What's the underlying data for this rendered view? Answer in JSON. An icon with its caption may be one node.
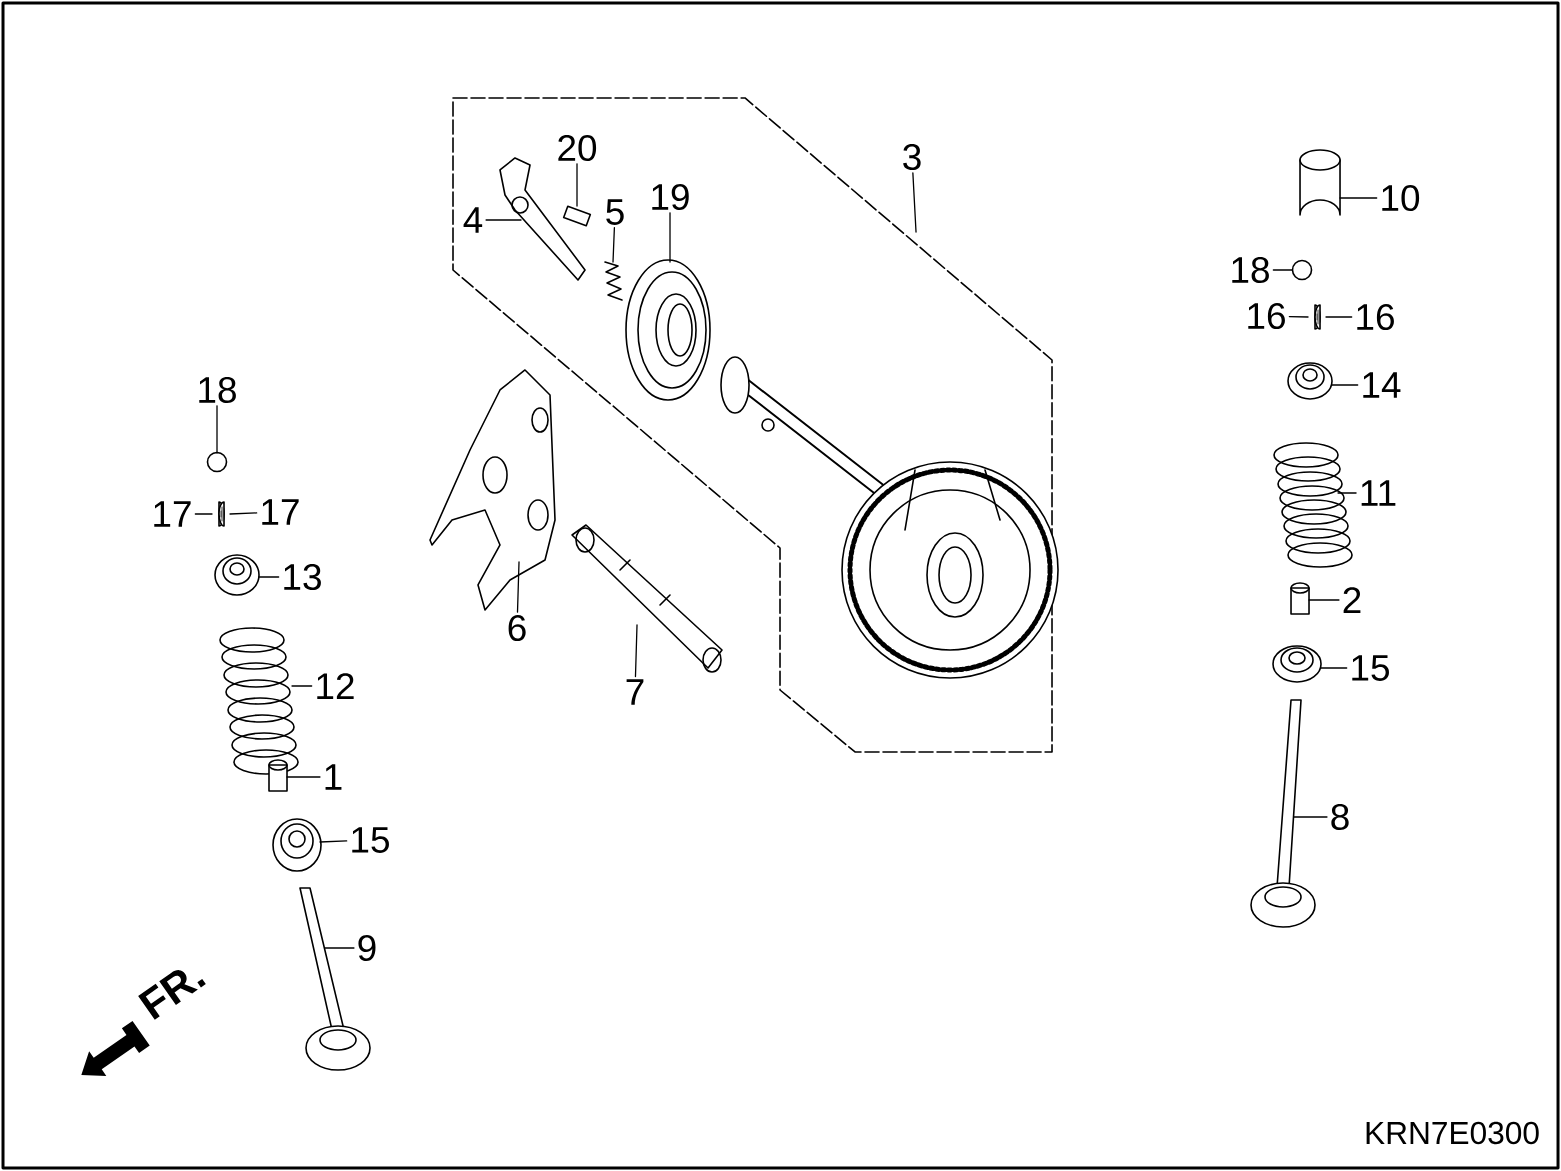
{
  "diagram": {
    "nodes": [
      {
        "text": [],
        "shape": "box"
      },
      {
        "text": [
          "20"
        ],
        "in": 0
      },
      {
        "text": [
          "3"
        ]
      },
      {
        "text": [
          "19"
        ],
        "in": 0
      },
      {
        "text": [
          "5"
        ],
        "in": 0
      },
      {
        "text": [
          "4"
        ],
        "in": 0
      },
      {
        "text": [
          "6"
        ]
      },
      {
        "text": [
          "7"
        ]
      },
      {
        "text": [
          "18"
        ]
      },
      {
        "text": [
          "17"
        ]
      },
      {
        "text": [
          "17"
        ]
      },
      {
        "text": [
          "13"
        ]
      },
      {
        "text": [
          "12"
        ]
      },
      {
        "text": [
          "1"
        ]
      },
      {
        "text": [
          "15"
        ]
      },
      {
        "text": [
          "9"
        ]
      },
      {
        "text": [
          "10"
        ]
      },
      {
        "text": [
          "18"
        ]
      },
      {
        "text": [
          "16"
        ]
      },
      {
        "text": [
          "16"
        ]
      },
      {
        "text": [
          "14"
        ]
      },
      {
        "text": [
          "11"
        ]
      },
      {
        "text": [
          "2"
        ]
      },
      {
        "text": [
          "15"
        ]
      },
      {
        "text": [
          "8"
        ]
      },
      {
        "text": [],
        "shape": "picture",
        "in": 0
      },
      {
        "text": [],
        "shape": "picture",
        "in": 0
      },
      {
        "text": [],
        "shape": "picture",
        "in": 0
      },
      {
        "text": [],
        "shape": "picture",
        "in": 0
      },
      {
        "text": [],
        "shape": "picture"
      },
      {
        "text": [],
        "shape": "picture"
      },
      {
        "text": [],
        "shape": "circle"
      },
      {
        "text": [],
        "shape": "picture"
      },
      {
        "text": [],
        "shape": "picture"
      },
      {
        "text": [],
        "shape": "picture"
      },
      {
        "text": [],
        "shape": "picture"
      },
      {
        "text": [],
        "shape": "picture"
      },
      {
        "text": [],
        "shape": "picture"
      },
      {
        "text": [],
        "shape": "picture"
      },
      {
        "text": [],
        "shape": "picture"
      },
      {
        "text": [],
        "shape": "circle"
      },
      {
        "text": [],
        "shape": "picture"
      },
      {
        "text": [],
        "shape": "picture"
      },
      {
        "text": [],
        "shape": "picture"
      },
      {
        "text": [],
        "shape": "picture"
      },
      {
        "text": [],
        "shape": "picture"
      },
      {
        "text": [],
        "shape": "picture"
      },
      {
        "text": [],
        "shape": "picture"
      }
    ],
    "edges": [
      {
        "from": 1,
        "to": 25,
        "arrow": "none"
      },
      {
        "from": 2,
        "to": 0,
        "arrow": "none"
      },
      {
        "from": 3,
        "to": 28,
        "arrow": "none"
      },
      {
        "from": 4,
        "to": 27,
        "arrow": "none"
      },
      {
        "from": 5,
        "to": 26,
        "arrow": "none"
      },
      {
        "from": 6,
        "to": 29,
        "arrow": "none"
      },
      {
        "from": 7,
        "to": 30,
        "arrow": "none"
      },
      {
        "from": 8,
        "to": 31,
        "arrow": "none"
      },
      {
        "from": 9,
        "to": 32,
        "arrow": "none"
      },
      {
        "from": 10,
        "to": 33,
        "arrow": "none"
      },
      {
        "from": 11,
        "to": 34,
        "arrow": "none"
      },
      {
        "from": 12,
        "to": 35,
        "arrow": "none"
      },
      {
        "from": 13,
        "to": 36,
        "arrow": "none"
      },
      {
        "from": 14,
        "to": 37,
        "arrow": "none"
      },
      {
        "from": 15,
        "to": 38,
        "arrow": "none"
      },
      {
        "from": 16,
        "to": 39,
        "arrow": "none"
      },
      {
        "from": 17,
        "to": 40,
        "arrow": "none"
      },
      {
        "from": 18,
        "to": 41,
        "arrow": "none"
      },
      {
        "from": 19,
        "to": 42,
        "arrow": "none"
      },
      {
        "from": 20,
        "to": 43,
        "arrow": "none"
      },
      {
        "from": 21,
        "to": 44,
        "arrow": "none"
      },
      {
        "from": 22,
        "to": 45,
        "arrow": "none"
      },
      {
        "from": 23,
        "to": 46,
        "arrow": "none"
      },
      {
        "from": 24,
        "to": 47,
        "arrow": "none"
      }
    ],
    "labels": [
      "FR.",
      "KRN7E0300"
    ]
  }
}
